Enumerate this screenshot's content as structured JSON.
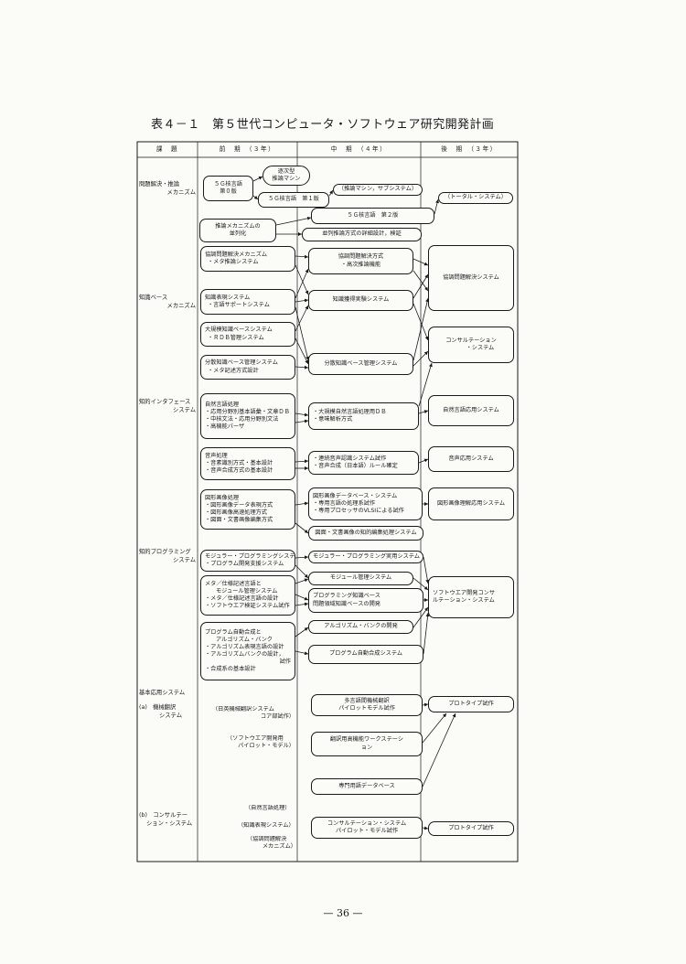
{
  "title": "表４－１　第５世代コンピュータ・ソフトウェア研究開発計画",
  "headers": {
    "task": "課　題",
    "early": "前　期　（３年）",
    "middle": "中　期　（４年）",
    "late": "後　期　（３年）"
  },
  "tasks": {
    "inference": [
      "問題解決・推論",
      "メカニズム"
    ],
    "kb": [
      "知識ベース",
      "メカニズム"
    ],
    "interface": [
      "知的インタフェース",
      "システム"
    ],
    "programming": [
      "知的プログラミング",
      "システム"
    ],
    "apps": "基本応用システム",
    "mt": [
      "(a)　機械翻訳",
      "システム"
    ],
    "consult": [
      "(b)　コンサルテー",
      "ション・システム"
    ]
  },
  "boxes": {
    "kernel0": [
      "５Ｇ核言語",
      "第０版"
    ],
    "seq_machine": [
      "逐次型",
      "推論マシン"
    ],
    "kernel1": [
      "５Ｇ核言語　第１版"
    ],
    "inference_sub": [
      "（推論マシン，サブシステム）"
    ],
    "total_system": [
      "（トータル・システム）"
    ],
    "kernel2": [
      "５Ｇ核言語　第２版"
    ],
    "parallel": [
      "推論メカニズムの",
      "並列化"
    ],
    "parallel_design": [
      "並列推論方式の詳細設計，検証"
    ],
    "coop_early": [
      "協調問題解決メカニズム",
      "・メタ推論システム"
    ],
    "coop_mid": [
      "協調問題解決方式",
      "・高次推論機能"
    ],
    "coop_late": [
      "協調問題解決システム"
    ],
    "kr_early": [
      "知識表現システム",
      "・言語サポートシステム"
    ],
    "ka_mid": [
      "知識獲得実験システム"
    ],
    "largekb_early": [
      "大規模知識ベースシステム",
      "・ＲＤＢ管理システム"
    ],
    "consult_late": [
      "コンサルテーション",
      "・システム"
    ],
    "distkb_early": [
      "分散知識ベース管理システム",
      "・メタ記述方式設計"
    ],
    "distkb_mid": [
      "分散知識ベース管理システム"
    ],
    "nlp_early": [
      "自然言語処理",
      "・応用分野別基本語彙・文章ＤＢ",
      "・中核文法・応用分野別文法",
      "・高機能パーザ"
    ],
    "nlp_mid": [
      "・大規模自然言語処理用ＤＢ",
      "・意味解析方式"
    ],
    "nlp_late": [
      "自然言語応用システム"
    ],
    "speech_early": [
      "音声処理",
      "・音素識別方式・基本設計",
      "・音声合成方式の基本設計"
    ],
    "speech_mid": [
      "・連続音声認識システム試作",
      "・音声合成（日本語）ルール確定"
    ],
    "speech_late": [
      "音声応用システム"
    ],
    "image_early": [
      "図形画像処理",
      "・図形画像データ表現方式",
      "・図形画像高速処理方式",
      "・図面・文書画像編集方式"
    ],
    "image_mid": [
      "図形画像データベース・システム",
      "・専用言語の処理系試作",
      "・専用プロセッサのVLSIによる試作"
    ],
    "image_late": [
      "図形画像理解応用システム"
    ],
    "doc_mid": [
      "図面・文書画像の知的編集処理システム"
    ],
    "modular_early": [
      "モジュラー・プログラミングシステム",
      "・プログラム開発支援システム"
    ],
    "modular_mid": [
      "モジュラー・プログラミング実用システム"
    ],
    "meta_early": [
      "メタ／仕様記述言語と",
      "モジュール管理システム",
      "・メタ／仕様記述言語の設計",
      "・ソフトウエア検証システム試作"
    ],
    "modmgmt_mid": [
      "モジュール管理システム"
    ],
    "progkb_mid": [
      "プログラミング知識ベース",
      "問題領域知識ベースの開発"
    ],
    "softdev_late": [
      "ソフトウエア開発コンサ",
      "ルテーション・システム"
    ],
    "autosyn_early": [
      "プログラム自動合成と",
      "アルゴリズム・バンク",
      "・アルゴリズム表現言語の設計",
      "・アルゴリズムバンクの設計，",
      "試作",
      "・合成系の基本設計"
    ],
    "algobank_mid": [
      "アルゴリズム・バンクの開発"
    ],
    "autosyn_mid": [
      "プログラム自動合成システム"
    ],
    "mt_note": [
      "（日英機械翻訳システム",
      "コア部試作）"
    ],
    "mt_mid": [
      "多言語間機械翻訳",
      "パイロットモデル試作"
    ],
    "mt_late": [
      "プロトタイプ試作"
    ],
    "sw_note": [
      "（ソフトウエア開発用",
      "パイロット・モデル）"
    ],
    "ws_mid": [
      "翻訳用高機能ワークステーシ",
      "ョン"
    ],
    "term_mid": [
      "専門用語データベース"
    ],
    "note_nlp": [
      "（自然言語処理）"
    ],
    "note_kr": [
      "（知識表現システム）"
    ],
    "note_coop": [
      "（協調問題解決",
      "メカニズム）"
    ],
    "consult_mid": [
      "コンサルテーション・システム",
      "パイロット・モデル試作"
    ],
    "consult_proto": [
      "プロトタイプ試作"
    ]
  },
  "page_number": "— 36 —"
}
